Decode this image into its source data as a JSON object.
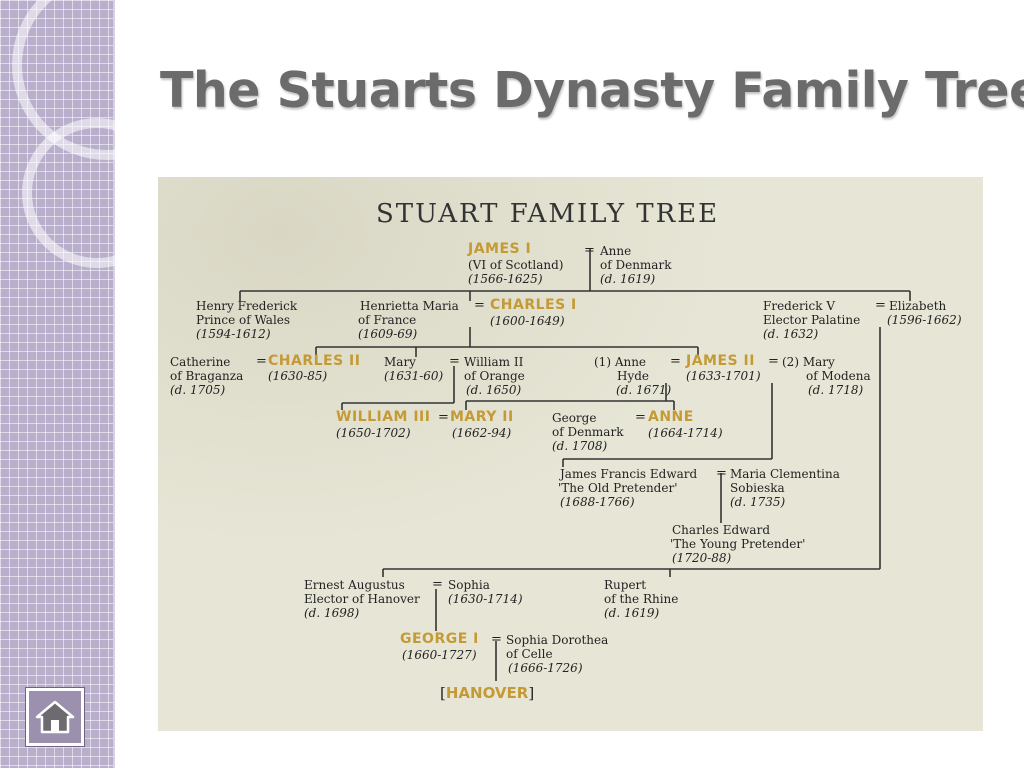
{
  "slide": {
    "title": "The Stuarts Dynasty Family Tree"
  },
  "sidebar": {
    "home_button": {
      "icon": "home-icon",
      "background": "#9b90ad"
    }
  },
  "tree": {
    "heading": "STUART FAMILY TREE",
    "colors": {
      "monarch": "#c49a35",
      "text": "#222222",
      "background": "#e7e6d6",
      "lines": "#333333"
    },
    "james1": {
      "name": "JAMES I",
      "title": "(VI of Scotland)",
      "dates": "(1566-1625)"
    },
    "anne_denmark": {
      "name": "Anne",
      "title": "of Denmark",
      "dates": "(d. 1619)"
    },
    "henry": {
      "name": "Henry Frederick",
      "title": "Prince of Wales",
      "dates": "(1594-1612)"
    },
    "henrietta": {
      "name": "Henrietta Maria",
      "title": "of France",
      "dates": "(1609-69)"
    },
    "charles1": {
      "name": "CHARLES I",
      "dates": "(1600-1649)"
    },
    "frederick": {
      "name": "Frederick V",
      "title": "Elector Palatine",
      "dates": "(d. 1632)"
    },
    "elizabeth": {
      "name": "Elizabeth",
      "dates": "(1596-1662)"
    },
    "catherine": {
      "name": "Catherine",
      "title": "of Braganza",
      "dates": "(d. 1705)"
    },
    "charles2": {
      "name": "CHARLES II",
      "dates": "(1630-85)"
    },
    "mary_orange": {
      "name": "Mary",
      "dates": "(1631-60)"
    },
    "william2": {
      "name": "William II",
      "title": "of Orange",
      "dates": "(d. 1650)"
    },
    "anne_hyde": {
      "name": "(1) Anne",
      "title": "Hyde",
      "dates": "(d. 1671)"
    },
    "james2": {
      "name": "JAMES II",
      "dates": "(1633-1701)"
    },
    "mary_modena": {
      "name": "(2) Mary",
      "title": "of Modena",
      "dates": "(d. 1718)"
    },
    "william3": {
      "name": "WILLIAM III",
      "dates": "(1650-1702)"
    },
    "mary2": {
      "name": "MARY II",
      "dates": "(1662-94)"
    },
    "george_denmark": {
      "name": "George",
      "title": "of Denmark",
      "dates": "(d. 1708)"
    },
    "anne_queen": {
      "name": "ANNE",
      "dates": "(1664-1714)"
    },
    "james_francis": {
      "name": "James Francis Edward",
      "title": "'The Old Pretender'",
      "dates": "(1688-1766)"
    },
    "maria_clementina": {
      "name": "Maria Clementina",
      "title": "Sobieska",
      "dates": "(d. 1735)"
    },
    "charles_edward": {
      "name": "Charles Edward",
      "title": "'The Young Pretender'",
      "dates": "(1720-88)"
    },
    "ernest": {
      "name": "Ernest Augustus",
      "title": "Elector of Hanover",
      "dates": "(d. 1698)"
    },
    "sophia": {
      "name": "Sophia",
      "dates": "(1630-1714)"
    },
    "rupert": {
      "name": "Rupert",
      "title": "of the Rhine",
      "dates": "(d. 1619)"
    },
    "george1": {
      "name": "GEORGE I",
      "dates": "(1660-1727)"
    },
    "sophia_dorothea": {
      "name": "Sophia Dorothea",
      "title": "of Celle",
      "dates": "(1666-1726)"
    },
    "hanover": {
      "open": "[",
      "name": "HANOVER",
      "close": "]"
    },
    "marriage_symbol": "="
  }
}
